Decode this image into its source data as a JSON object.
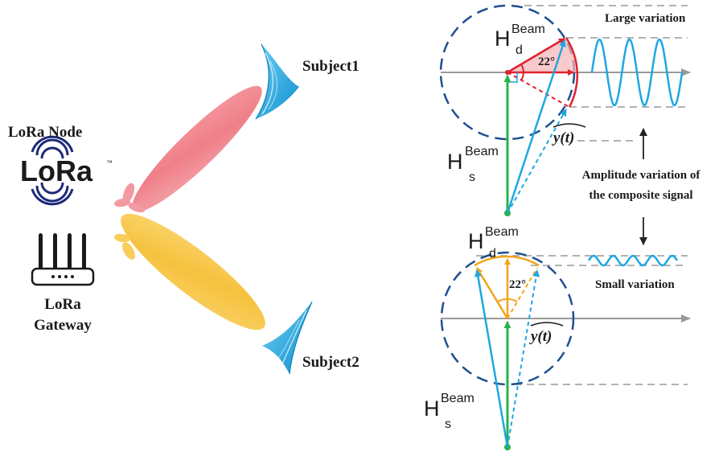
{
  "left": {
    "lora_node_label": "LoRa Node",
    "lora_logo_text": "LoRa",
    "lora_logo_tm": "™",
    "gateway_label_line1": "LoRa",
    "gateway_label_line2": "Gateway",
    "subject1_label": "Subject1",
    "subject2_label": "Subject2"
  },
  "top_phasor": {
    "hd_main": "H",
    "hd_sup": "Beam",
    "hd_sub": "d",
    "hs_main": "H",
    "hs_sup": "Beam",
    "hs_sub": "s",
    "angle_label": "22°",
    "y_label": "y(t)"
  },
  "bottom_phasor": {
    "hd_main": "H",
    "hd_sup": "Beam",
    "hd_sub": "d",
    "hs_main": "H",
    "hs_sup": "Beam",
    "hs_sub": "s",
    "angle_label": "22°",
    "y_label": "y(t)"
  },
  "right": {
    "large_variation_label": "Large variation",
    "small_variation_label": "Small variation",
    "amplitude_line1": "Amplitude variation of",
    "amplitude_line2": "the composite signal"
  },
  "colors": {
    "red_beam": "#f07c84",
    "yellow_beam": "#f7c64a",
    "subject_blue": "#1ea3dc",
    "phasor_red": "#e0222e",
    "phasor_orange": "#f2a51a",
    "phasor_green": "#27b34a",
    "phasor_blue": "#1ea7e1",
    "circle_navy": "#1f4f8f",
    "axis_gray": "#9a9a9a"
  }
}
